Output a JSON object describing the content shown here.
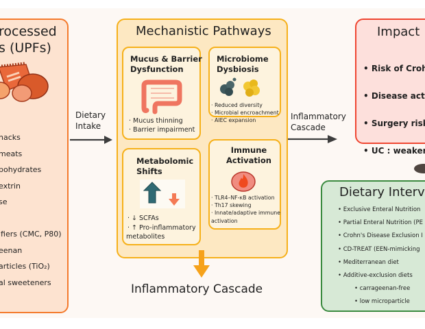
{
  "upf_panel": {
    "title_line1": "rocessed",
    "title_line2": "s (UPFs)",
    "items": [
      "nacks",
      "meats",
      "bohydrates",
      "extrin",
      "se",
      "",
      "ifiers (CMC, P80)",
      "eenan",
      "articles (TiO₂)",
      "al sweeteners"
    ],
    "accent_color": "#f47a2c"
  },
  "arrow_labels": {
    "dietary_intake": [
      "Dietary",
      "Intake"
    ],
    "inflammatory_cascade": [
      "Inflammatory",
      "Cascade"
    ]
  },
  "mechanistic": {
    "title": "Mechanistic Pathways",
    "accent_color": "#f6b019",
    "mucus": {
      "title_line1": "Mucus & Barrier",
      "title_line2": "Dysfunction",
      "items": [
        "Mucus thinning",
        "Barrier impairment"
      ]
    },
    "microbiome": {
      "title_line1": "Microbiome",
      "title_line2": "Dysbiosis",
      "items": [
        "Reduced diversity",
        "Microbial encroachment",
        "AIEC expansion"
      ]
    },
    "metabolomic": {
      "title_line1": "Metabolomic",
      "title_line2": "Shifts",
      "items": [
        "↓ SCFAs",
        "↑ Pro-inflammatory",
        "metabolites"
      ]
    },
    "immune": {
      "title_line1": "Immune",
      "title_line2": "Activation",
      "items": [
        "TLR4–NF-κB activation",
        "Th17 skewing",
        "Innate/adaptive immune",
        "activation"
      ]
    }
  },
  "bottom_label": "Inflammatory Cascade",
  "impact": {
    "title": "Impact",
    "items": [
      "Risk of Crohn",
      "Disease activ",
      "Surgery risk",
      "UC : weaker/"
    ],
    "accent_color": "#ef4530"
  },
  "dietary_interventions": {
    "title": "Dietary Interv",
    "items": [
      {
        "text": "Exclusive Enteral Nutrition",
        "sub": false
      },
      {
        "text": "Partial Enteral Nutrition (PE",
        "sub": false
      },
      {
        "text": "Crohn's Disease Exclusion I",
        "sub": false
      },
      {
        "text": "CD-TREAT (EEN-mimicking",
        "sub": false
      },
      {
        "text": "Mediterranean diet",
        "sub": false
      },
      {
        "text": "Additive-exclusion diets",
        "sub": false
      },
      {
        "text": "carrageenan-free",
        "sub": true
      },
      {
        "text": "low microparticle",
        "sub": true
      }
    ],
    "accent_color": "#3a8a3f"
  }
}
